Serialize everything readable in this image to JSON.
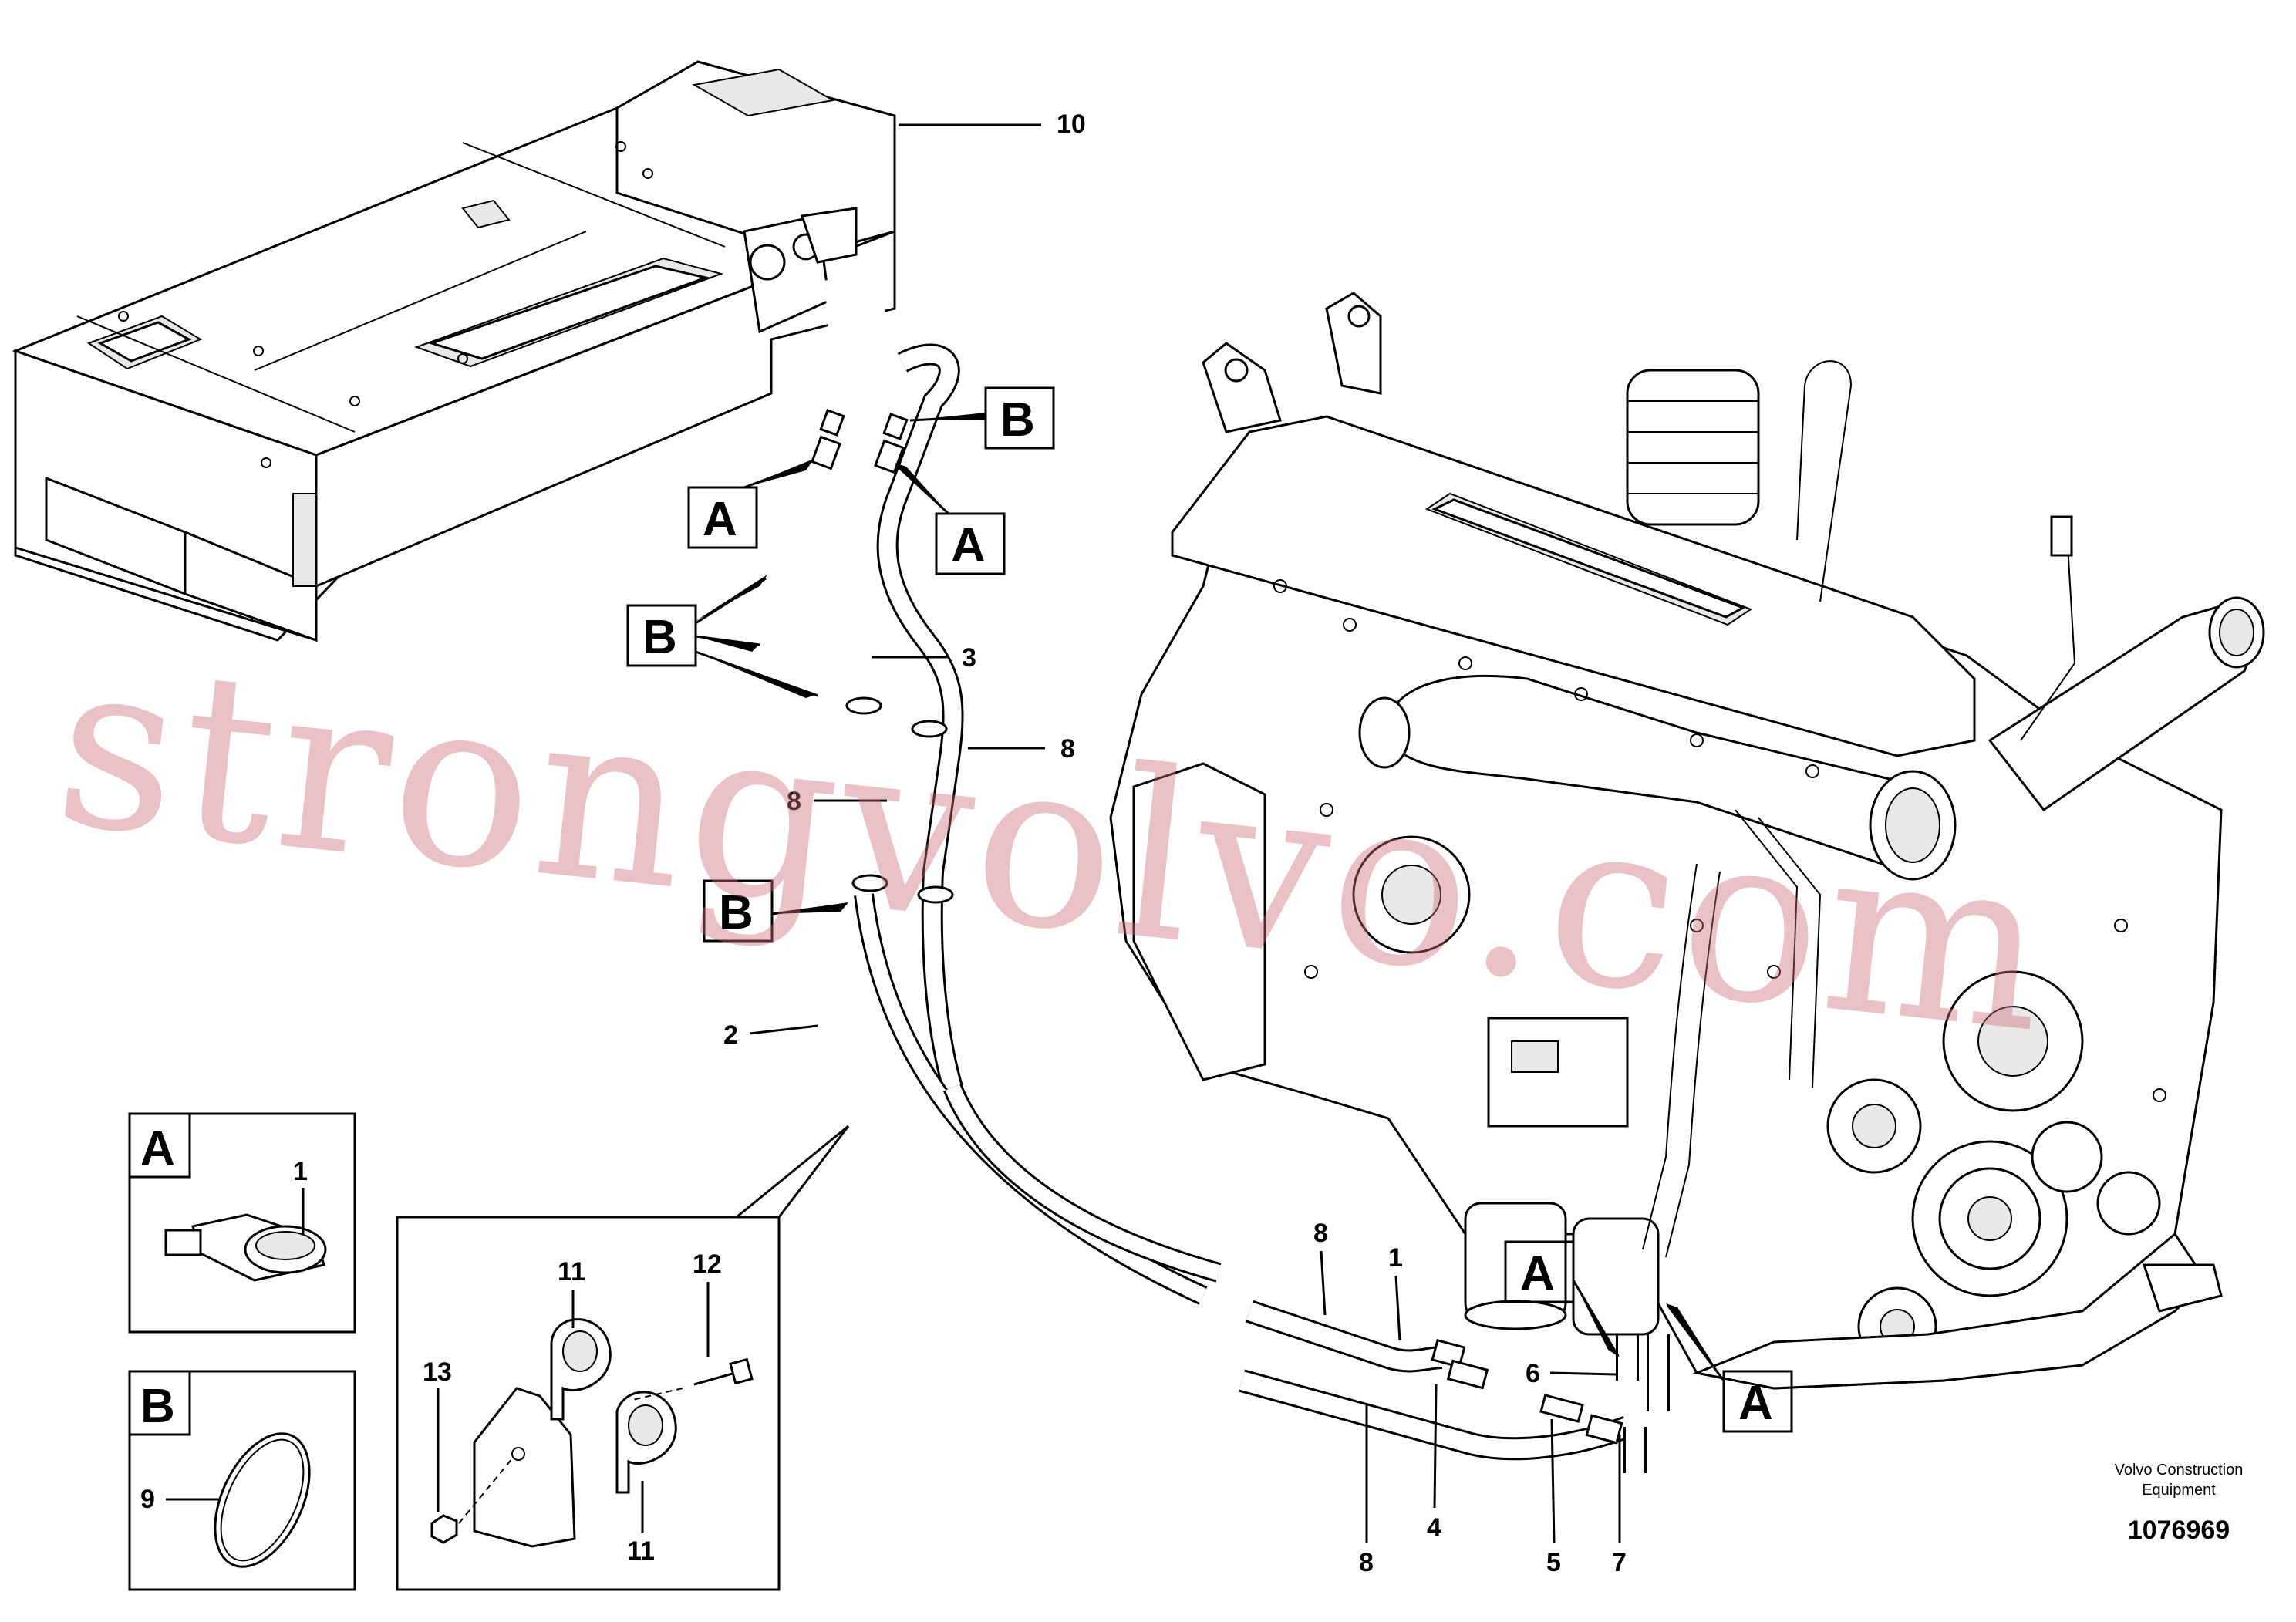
{
  "callouts": {
    "c1_inset": "1",
    "c1_main": "1",
    "c2": "2",
    "c3": "3",
    "c4": "4",
    "c5": "5",
    "c6": "6",
    "c7": "7",
    "c8_a": "8",
    "c8_b": "8",
    "c8_c": "8",
    "c8_d": "8",
    "c9": "9",
    "c10": "10",
    "c11_top": "11",
    "c11_bottom": "11",
    "c12": "12",
    "c13": "13"
  },
  "detail_markers": {
    "A_top_left": "A",
    "A_top_right": "A",
    "A_lower_1": "A",
    "A_lower_2": "A",
    "B_top": "B",
    "B_mid": "B",
    "B_low": "B"
  },
  "insets": {
    "A_title": "A",
    "B_title": "B"
  },
  "watermark": "strongvolvo.com",
  "credit": {
    "line1": "Volvo Construction",
    "line2": "Equipment",
    "doc_number": "1076969"
  },
  "colors": {
    "ink": "#000000",
    "paper": "#ffffff",
    "watermark": "#cd6e78"
  }
}
